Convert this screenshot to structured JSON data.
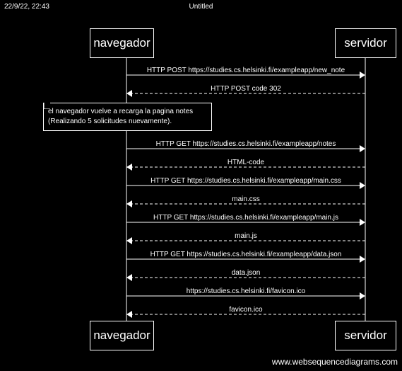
{
  "header": {
    "timestamp": "22/9/22, 22:43",
    "title": "Untitled"
  },
  "actors": {
    "client": "navegador",
    "server": "servidor"
  },
  "note": {
    "line1": "el navegador vuelve a recarga la pagina notes",
    "line2": "(Realizando 5 solicitudes nuevamente)."
  },
  "messages": [
    {
      "from": "navegador",
      "to": "servidor",
      "style": "solid",
      "label": "HTTP POST https://studies.cs.helsinki.fi/exampleapp/new_note"
    },
    {
      "from": "servidor",
      "to": "navegador",
      "style": "dashed",
      "label": "HTTP POST code 302"
    },
    {
      "from": "navegador",
      "to": "servidor",
      "style": "solid",
      "label": "HTTP GET https://studies.cs.helsinki.fi/exampleapp/notes"
    },
    {
      "from": "servidor",
      "to": "navegador",
      "style": "dashed",
      "label": "HTML-code"
    },
    {
      "from": "navegador",
      "to": "servidor",
      "style": "solid",
      "label": "HTTP GET https://studies.cs.helsinki.fi/exampleapp/main.css"
    },
    {
      "from": "servidor",
      "to": "navegador",
      "style": "dashed",
      "label": "main.css"
    },
    {
      "from": "navegador",
      "to": "servidor",
      "style": "solid",
      "label": "HTTP GET https://studies.cs.helsinki.fi/exampleapp/main.js"
    },
    {
      "from": "servidor",
      "to": "navegador",
      "style": "dashed",
      "label": "main.js"
    },
    {
      "from": "navegador",
      "to": "servidor",
      "style": "solid",
      "label": "HTTP GET https://studies.cs.helsinki.fi/exampleapp/data.json"
    },
    {
      "from": "servidor",
      "to": "navegador",
      "style": "dashed",
      "label": "data.json"
    },
    {
      "from": "navegador",
      "to": "servidor",
      "style": "solid",
      "label": "https://studies.cs.helsinki.fi/favicon.ico"
    },
    {
      "from": "servidor",
      "to": "navegador",
      "style": "dashed",
      "label": "favicon.ico"
    }
  ],
  "footer": "www.websequencediagrams.com"
}
